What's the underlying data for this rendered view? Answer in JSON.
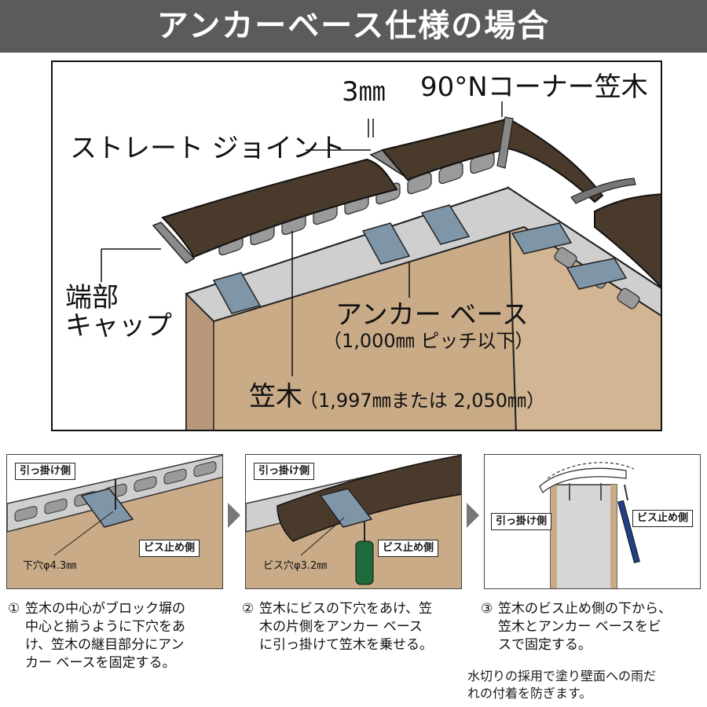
{
  "title": "アンカーベース仕様の場合",
  "main": {
    "labels": {
      "gap": "3㎜",
      "corner": "90°Nコーナー笠木",
      "joint": "ストレート ジョイント",
      "endcap_l1": "端部",
      "endcap_l2": "キャップ",
      "anchor": "アンカー ベース",
      "anchor_pitch": "（1,000㎜ ピッチ以下）",
      "kasagi": "笠木",
      "kasagi_len": "（1,997㎜または 2,050㎜）"
    }
  },
  "steps": [
    {
      "tags": [
        "引っ掛け側",
        "ビス止め側"
      ],
      "hole": "下穴φ4.3㎜",
      "num": "①",
      "lines": [
        "笠木の中心がブロック塀の",
        "中心と揃うように下穴をあ",
        "け、笠木の継目部分にアン",
        "カー ベースを固定する。"
      ]
    },
    {
      "tags": [
        "引っ掛け側",
        "ビス止め側"
      ],
      "hole": "ビス穴φ3.2㎜",
      "num": "②",
      "lines": [
        "笠木にビスの下穴をあけ、笠",
        "木の片側をアンカー ベース",
        "に引っ掛けて笠木を乗せる。"
      ]
    },
    {
      "tags": [
        "引っ掛け側",
        "ビス止め側"
      ],
      "num": "③",
      "lines": [
        "笠木のビス止め側の下から、",
        "笠木とアンカー ベースをビ",
        "スで固定する。"
      ]
    }
  ],
  "note": [
    "水切りの採用で塗り壁面への雨だ",
    "れの付着を防ぎます。"
  ],
  "colors": {
    "banner": "#5b5b5b",
    "kasagi": "#4a3a2c",
    "wall": "#c9ab88",
    "block": "#c9c9c9",
    "anchor": "#7f95a8"
  }
}
